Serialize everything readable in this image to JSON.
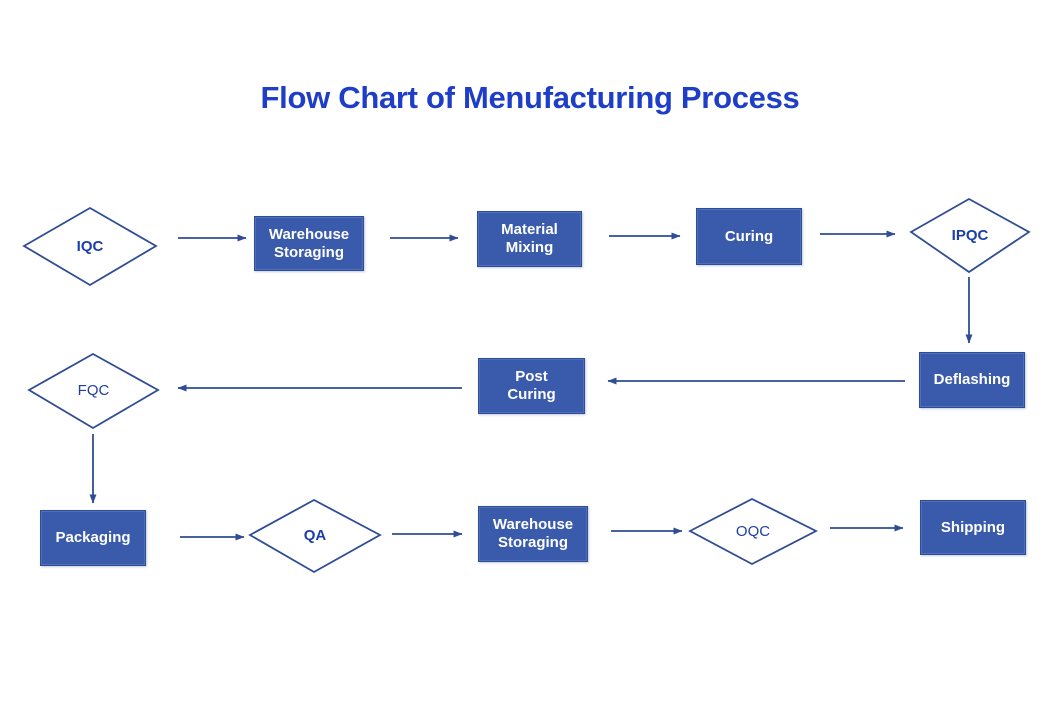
{
  "title": "Flow Chart of Menufacturing Process",
  "colors": {
    "title": "#1e3ec8",
    "process_fill": "#3a5bab",
    "process_text": "#ffffff",
    "decision_outline": "#2f4d94",
    "decision_text": "#1b3fa8",
    "arrow": "#2f4d94",
    "background": "#ffffff"
  },
  "chart_data": {
    "type": "diagram",
    "title": "Flow Chart of Menufacturing Process",
    "nodes": [
      {
        "id": "iqc",
        "label": "IQC",
        "shape": "diamond",
        "row": 1
      },
      {
        "id": "warehouse1",
        "label": "Warehouse\nStoraging",
        "shape": "rectangle",
        "row": 1
      },
      {
        "id": "material",
        "label": "Material\nMixing",
        "shape": "rectangle",
        "row": 1
      },
      {
        "id": "curing",
        "label": "Curing",
        "shape": "rectangle",
        "row": 1
      },
      {
        "id": "ipqc",
        "label": "IPQC",
        "shape": "diamond",
        "row": 1
      },
      {
        "id": "deflashing",
        "label": "Deflashing",
        "shape": "rectangle",
        "row": 2
      },
      {
        "id": "postcuring",
        "label": "Post\nCuring",
        "shape": "rectangle",
        "row": 2
      },
      {
        "id": "fqc",
        "label": "FQC",
        "shape": "diamond",
        "row": 2
      },
      {
        "id": "packaging",
        "label": "Packaging",
        "shape": "rectangle",
        "row": 3
      },
      {
        "id": "qa",
        "label": "QA",
        "shape": "diamond",
        "row": 3
      },
      {
        "id": "warehouse2",
        "label": "Warehouse\nStoraging",
        "shape": "rectangle",
        "row": 3
      },
      {
        "id": "oqc",
        "label": "OQC",
        "shape": "diamond",
        "row": 3
      },
      {
        "id": "shipping",
        "label": "Shipping",
        "shape": "rectangle",
        "row": 3
      }
    ],
    "edges": [
      {
        "from": "iqc",
        "to": "warehouse1",
        "direction": "right"
      },
      {
        "from": "warehouse1",
        "to": "material",
        "direction": "right"
      },
      {
        "from": "material",
        "to": "curing",
        "direction": "right"
      },
      {
        "from": "curing",
        "to": "ipqc",
        "direction": "right"
      },
      {
        "from": "ipqc",
        "to": "deflashing",
        "direction": "down"
      },
      {
        "from": "deflashing",
        "to": "postcuring",
        "direction": "left"
      },
      {
        "from": "postcuring",
        "to": "fqc",
        "direction": "left"
      },
      {
        "from": "fqc",
        "to": "packaging",
        "direction": "down"
      },
      {
        "from": "packaging",
        "to": "qa",
        "direction": "right"
      },
      {
        "from": "qa",
        "to": "warehouse2",
        "direction": "right"
      },
      {
        "from": "warehouse2",
        "to": "oqc",
        "direction": "right"
      },
      {
        "from": "oqc",
        "to": "shipping",
        "direction": "right"
      }
    ]
  },
  "nodes": {
    "iqc": {
      "label": "IQC"
    },
    "warehouse1": {
      "label": "Warehouse\nStoraging"
    },
    "material": {
      "label": "Material\nMixing"
    },
    "curing": {
      "label": "Curing"
    },
    "ipqc": {
      "label": "IPQC"
    },
    "deflashing": {
      "label": "Deflashing"
    },
    "postcuring": {
      "label": "Post\nCuring"
    },
    "fqc": {
      "label": "FQC"
    },
    "packaging": {
      "label": "Packaging"
    },
    "qa": {
      "label": "QA"
    },
    "warehouse2": {
      "label": "Warehouse\nStoraging"
    },
    "oqc": {
      "label": "OQC"
    },
    "shipping": {
      "label": "Shipping"
    }
  }
}
